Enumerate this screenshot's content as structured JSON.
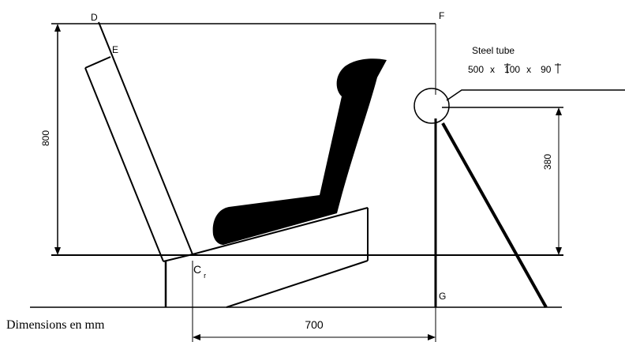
{
  "labels": {
    "point_d": "D",
    "point_e": "E",
    "point_f": "F",
    "point_g": "G",
    "point_cr_main": "C",
    "point_cr_sub": "r",
    "tube_title": "Steel tube",
    "tube_size_a": "500",
    "tube_size_b": "100",
    "tube_size_c": "90",
    "tube_times": "x",
    "dim_height": "800",
    "dim_bar_height": "380",
    "dim_width": "700",
    "units_note": "Dimensions en mm"
  }
}
